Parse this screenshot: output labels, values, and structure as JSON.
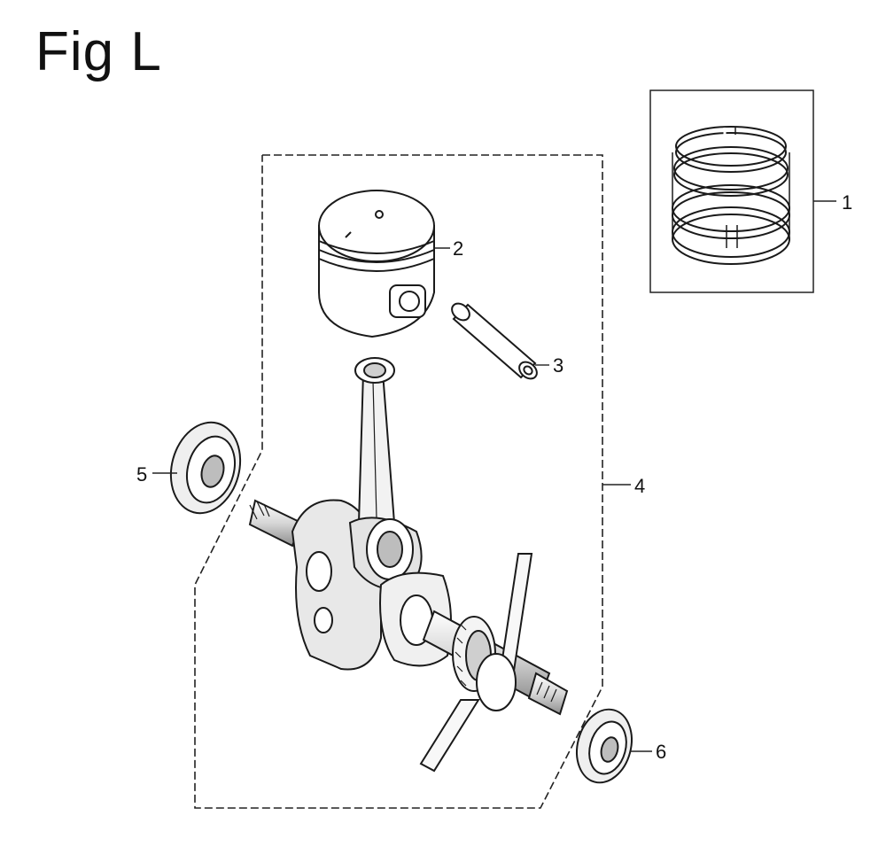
{
  "figure": {
    "title": "Fig L"
  },
  "callouts": [
    {
      "id": "1",
      "part": "piston-ring-set"
    },
    {
      "id": "2",
      "part": "piston"
    },
    {
      "id": "3",
      "part": "piston-pin"
    },
    {
      "id": "4",
      "part": "crankshaft-assembly"
    },
    {
      "id": "5",
      "part": "bearing-left"
    },
    {
      "id": "6",
      "part": "bearing-right"
    }
  ],
  "colors": {
    "ink": "#1a1a1a",
    "paper": "#ffffff",
    "shade": "#bdbdbd"
  }
}
